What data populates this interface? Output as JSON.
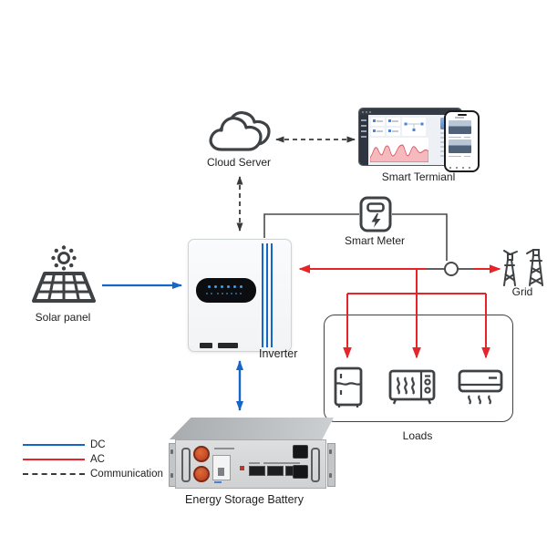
{
  "colors": {
    "dc": "#1566c9",
    "ac": "#e52528",
    "comm": "#3a3a3a",
    "icon": "#3f4245"
  },
  "nodes": {
    "cloud": {
      "label": "Cloud Server"
    },
    "terminal": {
      "label": "Smart Termianl"
    },
    "meter": {
      "label": "Smart Meter"
    },
    "solar": {
      "label": "Solar panel"
    },
    "inverter": {
      "label": "Inverter"
    },
    "grid": {
      "label": "Grid"
    },
    "loads": {
      "label": "Loads"
    },
    "battery": {
      "label": "Energy Storage Battery"
    }
  },
  "legend": {
    "items": [
      {
        "label": "DC",
        "style": "solid",
        "color": "#1566c9"
      },
      {
        "label": "AC",
        "style": "solid",
        "color": "#e52528"
      },
      {
        "label": "Communication",
        "style": "dashed",
        "color": "#3a3a3a"
      }
    ]
  }
}
